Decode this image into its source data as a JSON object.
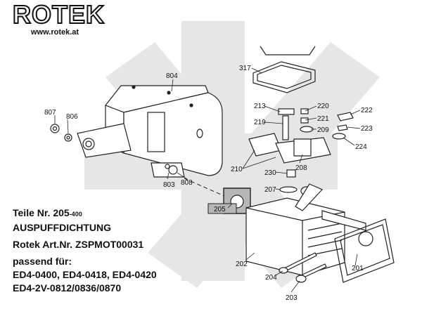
{
  "brand": {
    "logo_text": "ROTEK",
    "website": "www.rotek.at"
  },
  "part": {
    "teile_label": "Teile Nr. 205",
    "teile_suffix": "-400",
    "description": "AUSPUFFDICHTUNG",
    "article": "Rotek Art.Nr. ZSPMOT00031",
    "fits_label": "passend für:",
    "fits_line1": "ED4-0400, ED4-0418, ED4-0420",
    "fits_line2": "ED4-2V-0812/0836/0870"
  },
  "callouts": {
    "c804": "804",
    "c807": "807",
    "c806": "806",
    "c803": "803",
    "c808": "808",
    "c317": "317",
    "c213": "213",
    "c219": "219",
    "c220": "220",
    "c221": "221",
    "c209": "209",
    "c222": "222",
    "c223": "223",
    "c224": "224",
    "c210": "210",
    "c208": "208",
    "c230": "230",
    "c207": "207",
    "c205": "205",
    "c202": "202",
    "c201": "201",
    "c204": "204",
    "c203": "203"
  },
  "colors": {
    "watermark": "#e6e6e6",
    "highlight_part": "#b7b7b7",
    "line": "#222222"
  }
}
